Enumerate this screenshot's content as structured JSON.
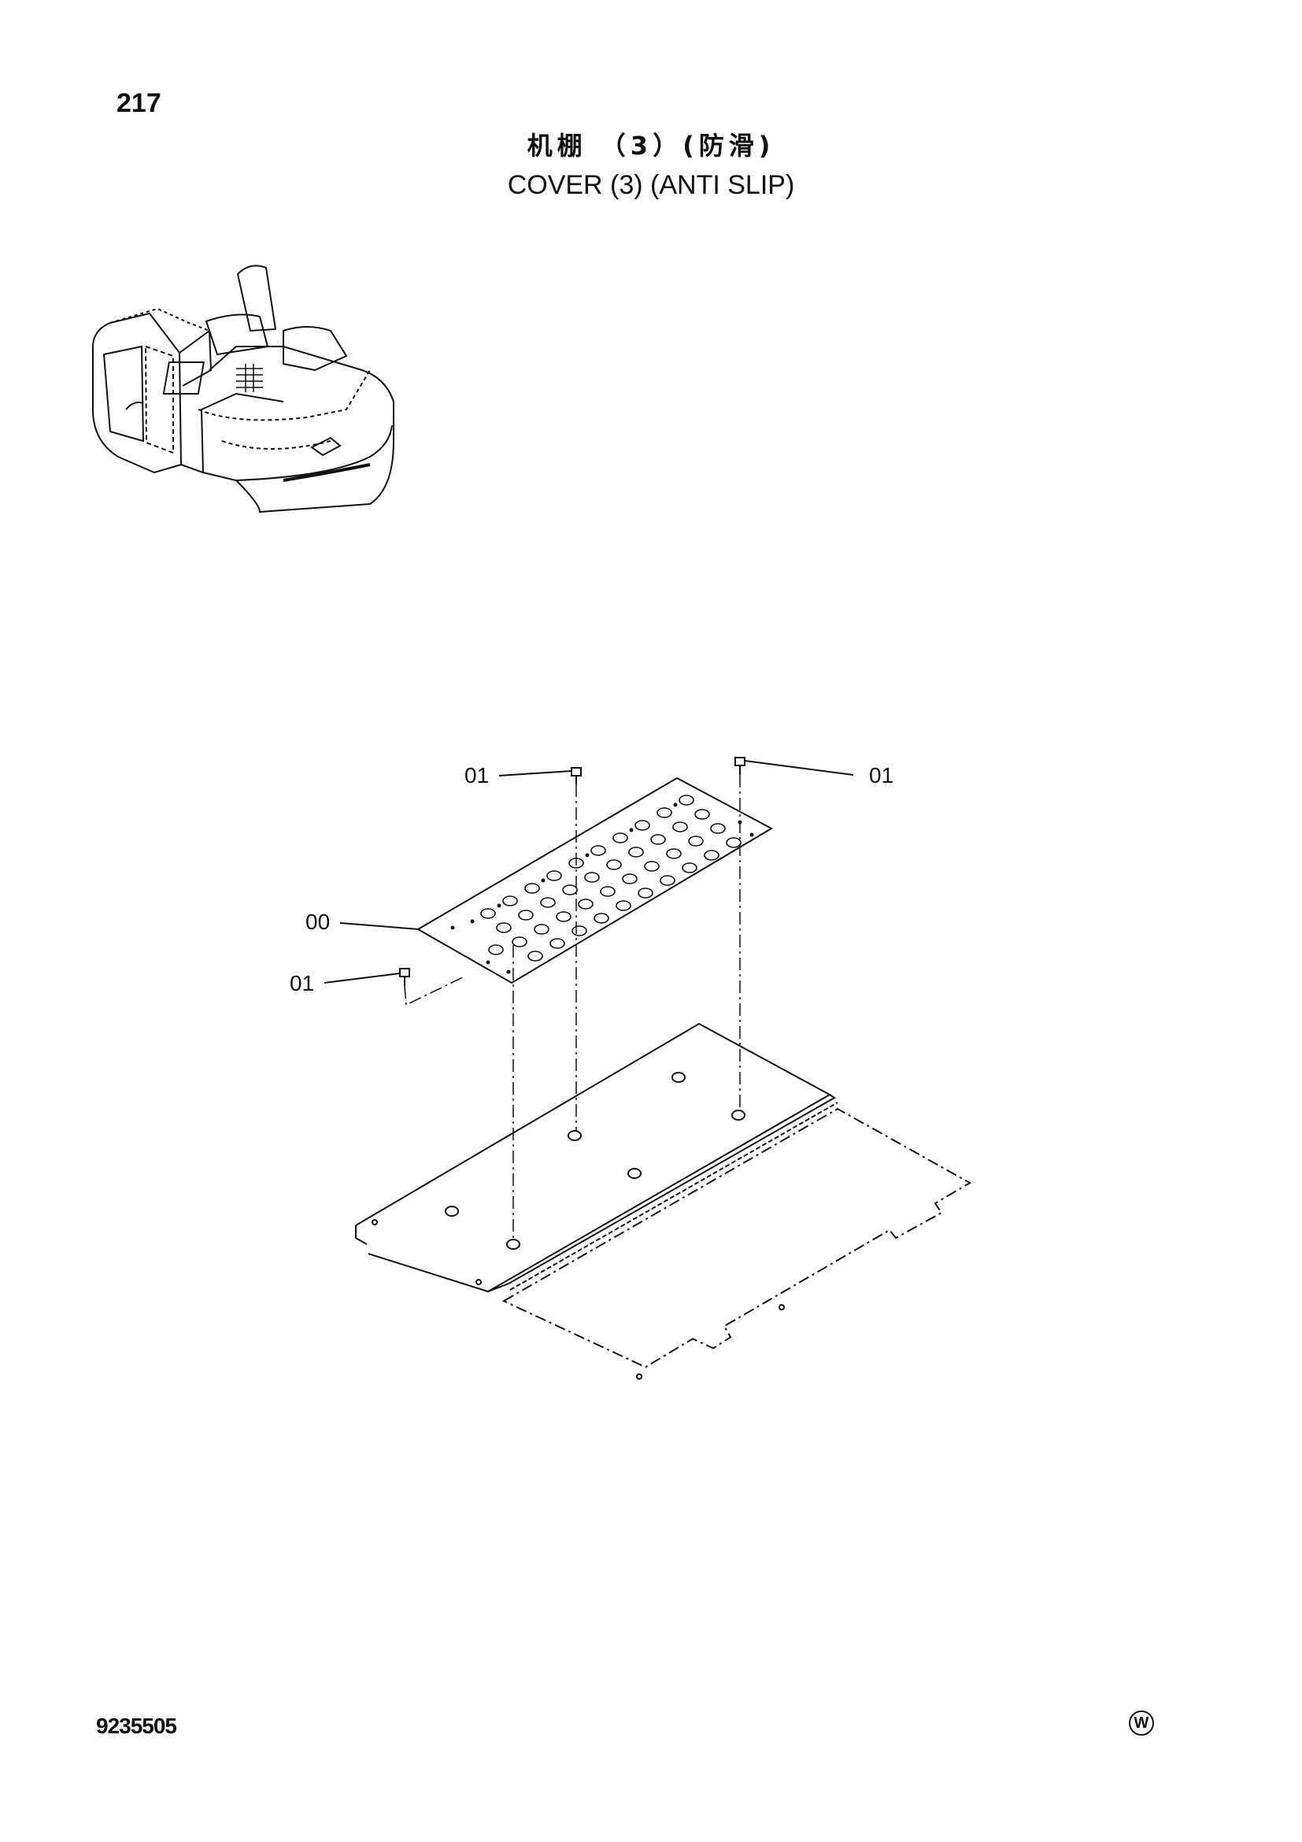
{
  "page_number": "217",
  "title_cn": "机棚 （3）(防滑)",
  "title_en": "COVER (3) (ANTI SLIP)",
  "callouts": [
    "01",
    "01",
    "00",
    "01"
  ],
  "doc_number": "9235505",
  "w_mark": "W"
}
